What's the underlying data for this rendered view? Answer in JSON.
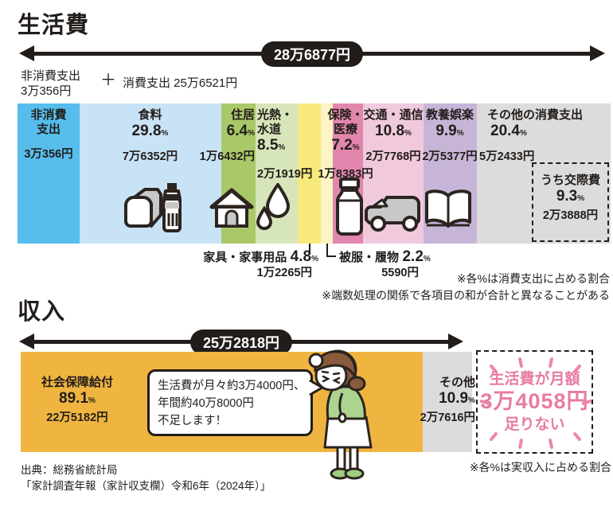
{
  "percent_sign": "%",
  "titles": {
    "expenses": "生活費",
    "income": "収入"
  },
  "header_equation": {
    "non_consumption_name": "非消費支出",
    "non_consumption_amount": "3万356円",
    "plus": "＋",
    "consumption": "消費支出 25万6521円"
  },
  "chart_data": [
    {
      "type": "bar",
      "stacked": true,
      "title": "生活費",
      "total_label": "28万6877円",
      "total_yen": 286877,
      "non_consumption_yen": 30356,
      "consumption_total_yen": 256521,
      "segments": [
        {
          "name": "非消費支出",
          "name_lines": [
            "非消費",
            "支出"
          ],
          "pct": "",
          "value_yen": 30356,
          "amount": "3万356円",
          "color": "#56bdec"
        },
        {
          "name": "食料",
          "pct": "29.8",
          "value_yen": 76352,
          "amount": "7万6352円",
          "color": "#c9e3f6",
          "icon": "bread-and-bottle"
        },
        {
          "name": "住居",
          "pct": "6.4",
          "value_yen": 16432,
          "amount": "1万6432円",
          "color": "#a9c868",
          "icon": "house"
        },
        {
          "name": "光熱・水道",
          "name_lines": [
            "光熱・",
            "水道"
          ],
          "pct": "8.5",
          "value_yen": 21919,
          "amount": "2万1919円",
          "color": "#d7e6ba",
          "icon": "water-drops"
        },
        {
          "name": "家具・家事用品",
          "pct": "4.8",
          "value_yen": 12265,
          "amount": "1万2265円",
          "color": "#f8e97d"
        },
        {
          "name": "被服・履物",
          "pct": "2.2",
          "value_yen": 5590,
          "amount": "5590円",
          "color": "#fcf4c5"
        },
        {
          "name": "保険・医療",
          "name_lines": [
            "保険・",
            "医療"
          ],
          "pct": "7.2",
          "value_yen": 18383,
          "amount": "1万8383円",
          "color": "#e186ad",
          "icon": "medicine-bottle"
        },
        {
          "name": "交通・通信",
          "pct": "10.8",
          "value_yen": 27768,
          "amount": "2万7768円",
          "color": "#f0c9dc",
          "icon": "car"
        },
        {
          "name": "教養娯楽",
          "pct": "9.9",
          "value_yen": 25377,
          "amount": "2万5377円",
          "color": "#c7b5d8",
          "icon": "open-book"
        },
        {
          "name": "その他の消費支出",
          "pct": "20.4",
          "value_yen": 52433,
          "amount": "5万2433円",
          "color": "#dcdcdc",
          "sub": {
            "name": "うち交際費",
            "pct": "9.3",
            "value_yen": 23888,
            "amount": "2万3888円"
          }
        }
      ],
      "notes": [
        "※各%は消費支出に占める割合",
        "※端数処理の関係で各項目の和が合計と異なることがある"
      ]
    },
    {
      "type": "bar",
      "stacked": true,
      "title": "収入",
      "total_label": "25万2818円",
      "total_yen": 252818,
      "segments": [
        {
          "name": "社会保障給付",
          "pct": "89.1",
          "value_yen": 225182,
          "amount": "22万5182円",
          "color": "#f0b541"
        },
        {
          "name": "その他",
          "pct": "10.9",
          "value_yen": 27616,
          "amount": "2万7616円",
          "color": "#dcdcdc"
        }
      ],
      "note": "※各%は実収入に占める割合"
    }
  ],
  "speech_bubble": {
    "lines": [
      "生活費が月々約3万4000円、",
      "年間約40万8000円",
      "不足します！"
    ]
  },
  "shortfall_box": {
    "line1": "生活費が月額",
    "line2": "3万4058円",
    "line3": "足りない",
    "color": "#e87ba4"
  },
  "source": {
    "line1": "出典：総務省統計局",
    "line2": "「家計調査年報（家計収支欄）令和6年（2024年）」"
  }
}
